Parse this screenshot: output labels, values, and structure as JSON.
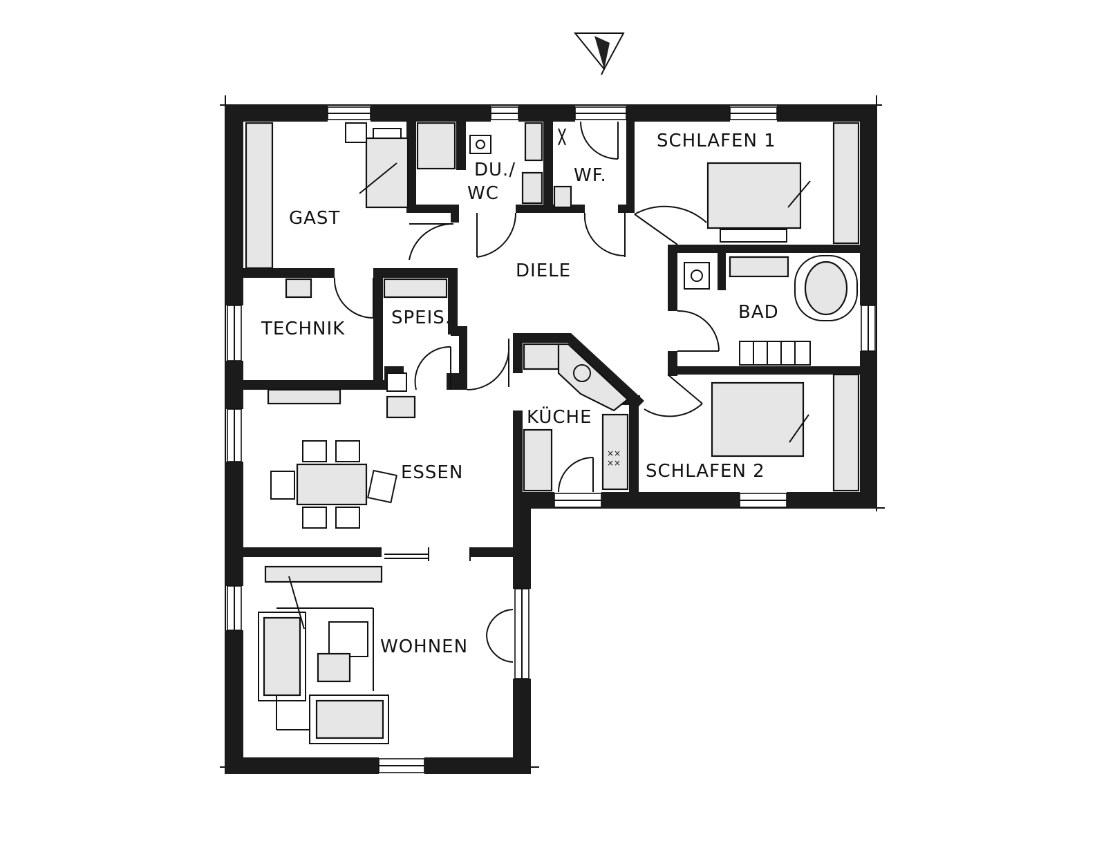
{
  "colors": {
    "wall": "#1b1b1b",
    "furniture_fill": "#e6e6e6",
    "background": "#ffffff"
  },
  "icons": {
    "north_arrow": "north-arrow-icon"
  },
  "rooms": {
    "gast": "GAST",
    "du_wc_line1": "DU./",
    "du_wc_line2": "WC",
    "wf": "WF.",
    "schlafen1": "SCHLAFEN 1",
    "diele": "DIELE",
    "bad": "BAD",
    "technik": "TECHNIK",
    "speis": "SPEIS.",
    "kueche": "KÜCHE",
    "schlafen2": "SCHLAFEN 2",
    "essen": "ESSEN",
    "wohnen": "WOHNEN"
  }
}
